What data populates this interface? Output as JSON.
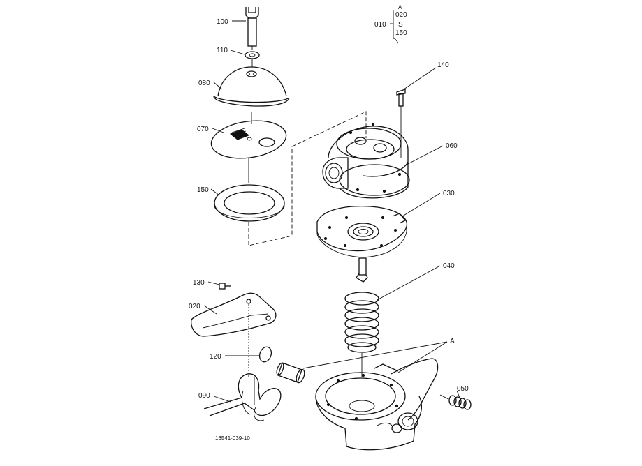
{
  "callouts": [
    {
      "id": "c100",
      "text": "100"
    },
    {
      "id": "c110",
      "text": "110"
    },
    {
      "id": "c080",
      "text": "080"
    },
    {
      "id": "c070",
      "text": "070"
    },
    {
      "id": "c150",
      "text": "150"
    },
    {
      "id": "c140",
      "text": "140"
    },
    {
      "id": "c060",
      "text": "060"
    },
    {
      "id": "c030",
      "text": "030"
    },
    {
      "id": "c040",
      "text": "040"
    },
    {
      "id": "c130",
      "text": "130"
    },
    {
      "id": "c020",
      "text": "020"
    },
    {
      "id": "c120",
      "text": "120"
    },
    {
      "id": "c090",
      "text": "090"
    },
    {
      "id": "cA",
      "text": "A"
    },
    {
      "id": "c050",
      "text": "050"
    }
  ],
  "group": {
    "parent": "010",
    "top": "020",
    "top_mark": "A",
    "middle": "S",
    "bottom": "150"
  },
  "drawing_number": "16541-039-10"
}
